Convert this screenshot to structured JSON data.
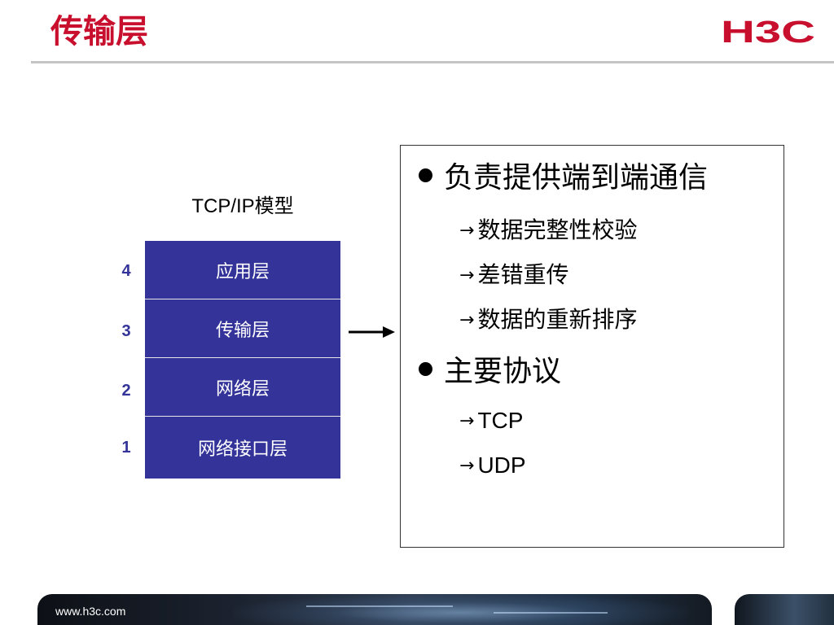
{
  "slide": {
    "title": "传输层",
    "logo_text": "H3C",
    "footer_url": "www.h3c.com",
    "accent_color": "#c8102e",
    "layer_color": "#333399"
  },
  "diagram": {
    "caption": "TCP/IP模型",
    "layers": [
      {
        "number": "4",
        "label": "应用层"
      },
      {
        "number": "3",
        "label": "传输层"
      },
      {
        "number": "2",
        "label": "网络层"
      },
      {
        "number": "1",
        "label": "网络接口层"
      }
    ],
    "pointer_icon": "arrow-right-icon"
  },
  "content": {
    "bullets": [
      {
        "text": "负责提供端到端通信",
        "subitems": [
          "数据完整性校验",
          "差错重传",
          "数据的重新排序"
        ]
      },
      {
        "text": "主要协议",
        "subitems": [
          "TCP",
          "UDP"
        ]
      }
    ],
    "sub_icon": "arrow-right-icon"
  }
}
